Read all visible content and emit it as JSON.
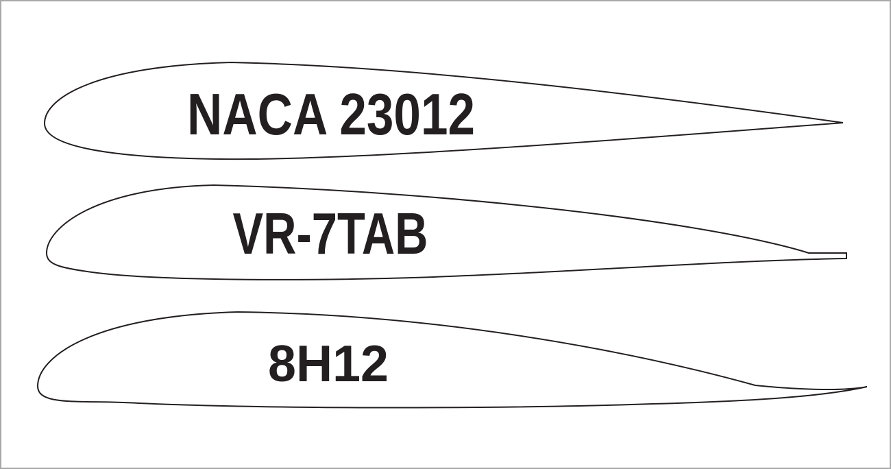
{
  "page": {
    "background": "#ffffff",
    "border_color": "#a8a8a8",
    "outline_color": "#231f20"
  },
  "airfoils": [
    {
      "label": "NACA 23012"
    },
    {
      "label": "VR-7TAB"
    },
    {
      "label": "8H12"
    }
  ]
}
